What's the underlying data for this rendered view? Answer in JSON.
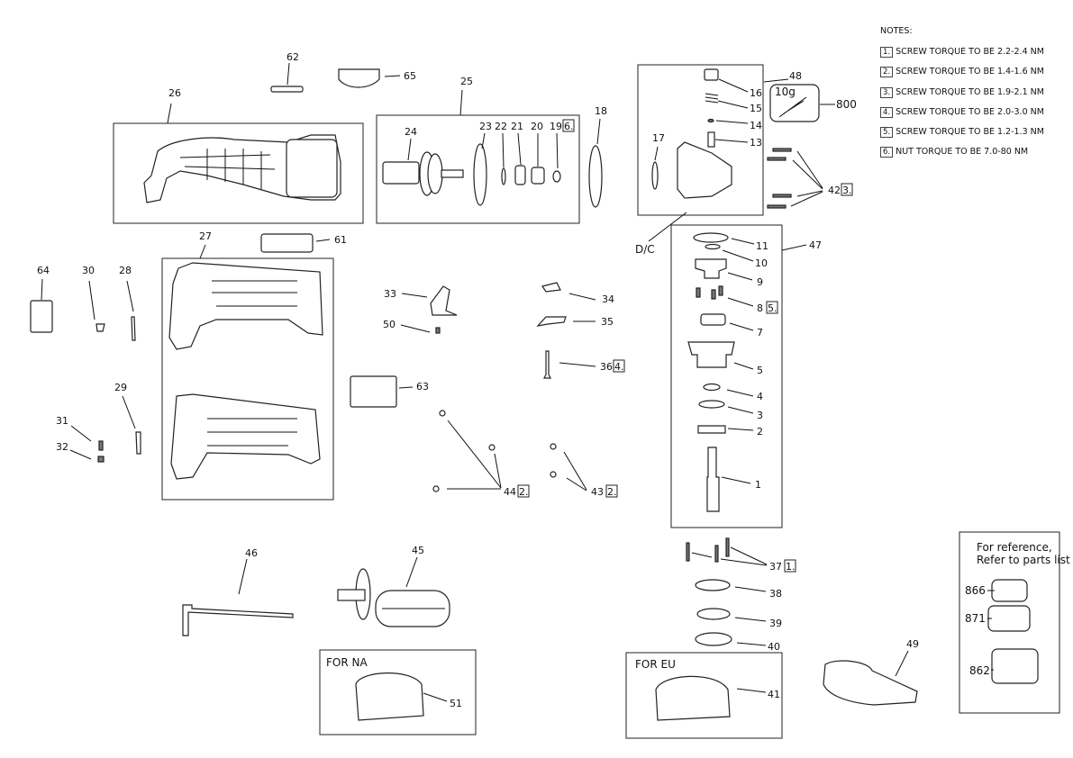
{
  "notes": {
    "title": "NOTES:",
    "items": [
      {
        "tag": "1.",
        "text": "SCREW TORQUE TO BE 2.2-2.4 NM"
      },
      {
        "tag": "2.",
        "text": "SCREW TORQUE TO BE 1.4-1.6 NM"
      },
      {
        "tag": "3.",
        "text": "SCREW TORQUE TO BE 1.9-2.1 NM"
      },
      {
        "tag": "4.",
        "text": "SCREW TORQUE TO BE 2.0-3.0 NM"
      },
      {
        "tag": "5.",
        "text": "SCREW TORQUE TO BE 1.2-1.3 NM"
      },
      {
        "tag": "6.",
        "text": "NUT TORQUE TO BE 7.0-80 NM"
      }
    ]
  },
  "reference": {
    "line1": "For reference,",
    "line2": "Refer to parts list",
    "items": [
      "866",
      "871",
      "862"
    ]
  },
  "regions": {
    "na": "FOR NA",
    "eu": "FOR EU",
    "dc": "D/C",
    "grease": "10g",
    "grease_num": "800"
  },
  "callouts": {
    "c1": "1",
    "c2": "2",
    "c3": "3",
    "c4": "4",
    "c5": "5",
    "c7": "7",
    "c8": "8",
    "c9": "9",
    "c10": "10",
    "c11": "11",
    "c13": "13",
    "c14": "14",
    "c15": "15",
    "c16": "16",
    "c17": "17",
    "c18": "18",
    "c19": "19",
    "c20": "20",
    "c21": "21",
    "c22": "22",
    "c23": "23",
    "c24": "24",
    "c25": "25",
    "c26": "26",
    "c27": "27",
    "c28": "28",
    "c29": "29",
    "c30": "30",
    "c31": "31",
    "c32": "32",
    "c33": "33",
    "c34": "34",
    "c35": "35",
    "c36": "36",
    "c37": "37",
    "c38": "38",
    "c39": "39",
    "c40": "40",
    "c41": "41",
    "c42": "42",
    "c43": "43",
    "c44": "44",
    "c45": "45",
    "c46": "46",
    "c47": "47",
    "c48": "48",
    "c49": "49",
    "c50": "50",
    "c51": "51",
    "c61": "61",
    "c62": "62",
    "c63": "63",
    "c64": "64",
    "c65": "65"
  },
  "torque_tags": {
    "t19": "6.",
    "t42": "3.",
    "t8": "5.",
    "t36": "4.",
    "t44": "2.",
    "t43": "2.",
    "t37": "1."
  }
}
